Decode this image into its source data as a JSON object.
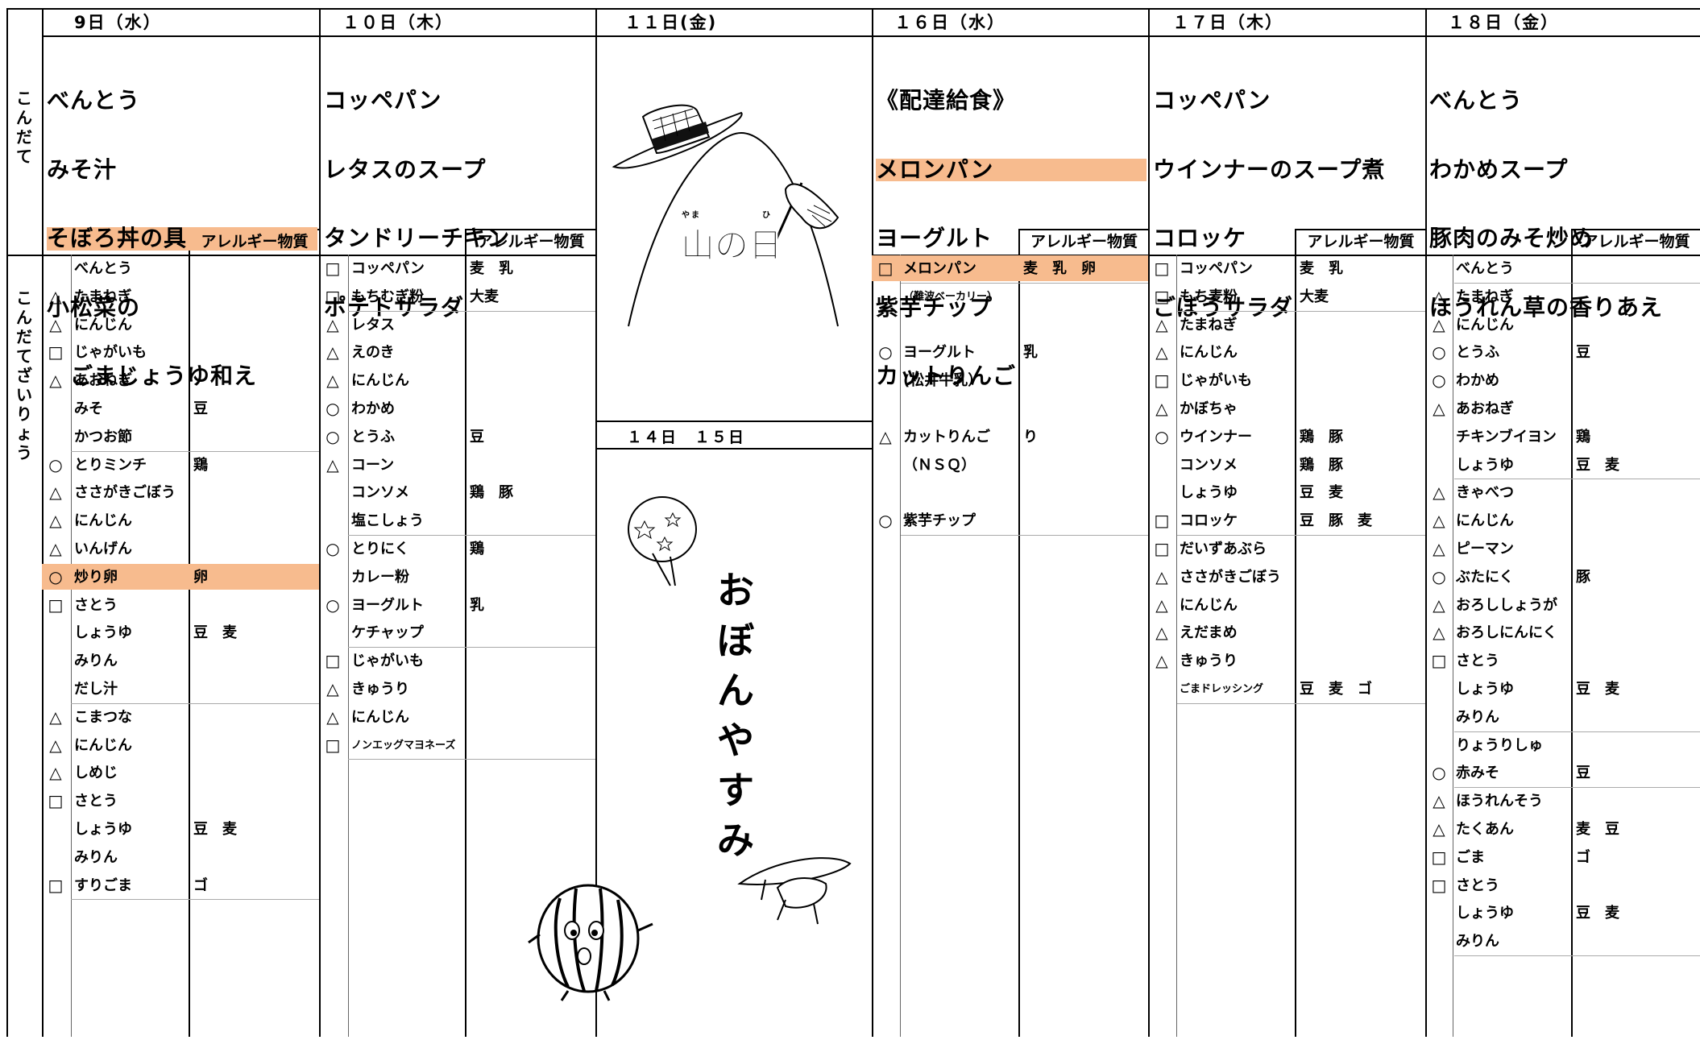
{
  "labels": {
    "kondate": [
      "こ",
      "ん",
      "だ",
      "て"
    ],
    "zairyou": [
      "こ",
      "ん",
      "だ",
      "て",
      "ざ",
      "い",
      "り",
      "ょ",
      "う"
    ],
    "allergy_header": "アレルギー物質"
  },
  "days": [
    {
      "header": "9日（水）",
      "menu": [
        "べんとう",
        "みそ汁",
        "そぼろ丼の具",
        "小松菜の",
        "　ごまじょうゆ和え"
      ],
      "menu_highlight": 2,
      "rows": [
        {
          "sym": "",
          "name": "べんとう",
          "alg": ""
        },
        {
          "sym": "△",
          "name": "たまねぎ",
          "alg": ""
        },
        {
          "sym": "△",
          "name": "にんじん",
          "alg": ""
        },
        {
          "sym": "□",
          "name": "じゃがいも",
          "alg": ""
        },
        {
          "sym": "△",
          "name": "あおねぎ",
          "alg": ""
        },
        {
          "sym": "",
          "name": "みそ",
          "alg": "豆"
        },
        {
          "sym": "",
          "name": "かつお節",
          "alg": ""
        },
        {
          "sym": "○",
          "name": "とりミンチ",
          "alg": "鶏"
        },
        {
          "sym": "△",
          "name": "ささがきごぼう",
          "alg": ""
        },
        {
          "sym": "△",
          "name": "にんじん",
          "alg": ""
        },
        {
          "sym": "△",
          "name": "いんげん",
          "alg": ""
        },
        {
          "sym": "○",
          "name": "炒り卵",
          "alg": "卵",
          "hl": true
        },
        {
          "sym": "□",
          "name": "さとう",
          "alg": ""
        },
        {
          "sym": "",
          "name": "しょうゆ",
          "alg": "豆　麦"
        },
        {
          "sym": "",
          "name": "みりん",
          "alg": ""
        },
        {
          "sym": "",
          "name": "だし汁",
          "alg": ""
        },
        {
          "sym": "△",
          "name": "こまつな",
          "alg": ""
        },
        {
          "sym": "△",
          "name": "にんじん",
          "alg": ""
        },
        {
          "sym": "△",
          "name": "しめじ",
          "alg": ""
        },
        {
          "sym": "□",
          "name": "さとう",
          "alg": ""
        },
        {
          "sym": "",
          "name": "しょうゆ",
          "alg": "豆　麦"
        },
        {
          "sym": "",
          "name": "みりん",
          "alg": ""
        },
        {
          "sym": "□",
          "name": "すりごま",
          "alg": "ゴ"
        }
      ]
    },
    {
      "header": "１０日（木）",
      "menu": [
        "コッペパン",
        "レタスのスープ",
        "タンドリーチキン",
        "ポテトサラダ"
      ],
      "menu_highlight": -1,
      "rows": [
        {
          "sym": "□",
          "name": "コッペパン",
          "alg": "麦　乳"
        },
        {
          "sym": "□",
          "name": "もちむぎ粉",
          "alg": "大麦"
        },
        {
          "sym": "△",
          "name": "レタス",
          "alg": ""
        },
        {
          "sym": "△",
          "name": "えのき",
          "alg": ""
        },
        {
          "sym": "△",
          "name": "にんじん",
          "alg": ""
        },
        {
          "sym": "○",
          "name": "わかめ",
          "alg": ""
        },
        {
          "sym": "○",
          "name": "とうふ",
          "alg": "豆"
        },
        {
          "sym": "△",
          "name": "コーン",
          "alg": ""
        },
        {
          "sym": "",
          "name": "コンソメ",
          "alg": "鶏　豚"
        },
        {
          "sym": "",
          "name": "塩こしょう",
          "alg": ""
        },
        {
          "sym": "○",
          "name": "とりにく",
          "alg": "鶏"
        },
        {
          "sym": "",
          "name": "カレー粉",
          "alg": ""
        },
        {
          "sym": "○",
          "name": "ヨーグルト",
          "alg": "乳"
        },
        {
          "sym": "",
          "name": "ケチャップ",
          "alg": ""
        },
        {
          "sym": "□",
          "name": "じゃがいも",
          "alg": ""
        },
        {
          "sym": "△",
          "name": "きゅうり",
          "alg": ""
        },
        {
          "sym": "△",
          "name": "にんじん",
          "alg": ""
        },
        {
          "sym": "□",
          "name": "ノンエッグマヨネーズ",
          "alg": "",
          "small": true
        }
      ]
    },
    {
      "header": "１６日（水）",
      "menu": [
        "《配達給食》",
        "メロンパン",
        "ヨーグルト",
        "紫芋チップ",
        "カットりんご"
      ],
      "menu_highlight": 1,
      "rows": [
        {
          "sym": "□",
          "name": "メロンパン",
          "alg": "麦　乳　卵",
          "hl": true
        },
        {
          "sym": "",
          "name": "（難波ベーカリー）",
          "alg": "",
          "small": true
        },
        {
          "sym": "",
          "name": "",
          "alg": ""
        },
        {
          "sym": "○",
          "name": "ヨーグルト",
          "alg": "乳"
        },
        {
          "sym": "",
          "name": "(松井牛乳）",
          "alg": ""
        },
        {
          "sym": "",
          "name": "",
          "alg": ""
        },
        {
          "sym": "△",
          "name": "カットりんご",
          "alg": "り"
        },
        {
          "sym": "",
          "name": "（ＮＳＱ）",
          "alg": ""
        },
        {
          "sym": "",
          "name": "",
          "alg": ""
        },
        {
          "sym": "○",
          "name": "紫芋チップ",
          "alg": ""
        }
      ]
    },
    {
      "header": "１７日（木）",
      "menu": [
        "コッペパン",
        "ウインナーのスープ煮",
        "コロッケ",
        "ごぼうサラダ"
      ],
      "menu_highlight": -1,
      "rows": [
        {
          "sym": "□",
          "name": "コッペパン",
          "alg": "麦　乳"
        },
        {
          "sym": "□",
          "name": "もち麦粉",
          "alg": "大麦"
        },
        {
          "sym": "△",
          "name": "たまねぎ",
          "alg": ""
        },
        {
          "sym": "△",
          "name": "にんじん",
          "alg": ""
        },
        {
          "sym": "□",
          "name": "じゃがいも",
          "alg": ""
        },
        {
          "sym": "△",
          "name": "かぼちゃ",
          "alg": ""
        },
        {
          "sym": "○",
          "name": "ウインナー",
          "alg": "鶏　豚"
        },
        {
          "sym": "",
          "name": "コンソメ",
          "alg": "鶏　豚"
        },
        {
          "sym": "",
          "name": "しょうゆ",
          "alg": "豆　麦"
        },
        {
          "sym": "□",
          "name": "コロッケ",
          "alg": "豆　豚　麦"
        },
        {
          "sym": "□",
          "name": "だいずあぶら",
          "alg": ""
        },
        {
          "sym": "△",
          "name": "ささがきごぼう",
          "alg": ""
        },
        {
          "sym": "△",
          "name": "にんじん",
          "alg": ""
        },
        {
          "sym": "△",
          "name": "えだまめ",
          "alg": ""
        },
        {
          "sym": "△",
          "name": "きゅうり",
          "alg": ""
        },
        {
          "sym": "",
          "name": "ごまドレッシング",
          "alg": "豆　麦　ゴ",
          "small": true
        }
      ]
    },
    {
      "header": "１８日（金）",
      "menu": [
        "べんとう",
        "わかめスープ",
        "豚肉のみそ炒め",
        "ほうれん草の香りあえ"
      ],
      "menu_highlight": -1,
      "rows": [
        {
          "sym": "",
          "name": "べんとう",
          "alg": ""
        },
        {
          "sym": "△",
          "name": "たまねぎ",
          "alg": ""
        },
        {
          "sym": "△",
          "name": "にんじん",
          "alg": ""
        },
        {
          "sym": "○",
          "name": "とうふ",
          "alg": "豆"
        },
        {
          "sym": "○",
          "name": "わかめ",
          "alg": ""
        },
        {
          "sym": "△",
          "name": "あおねぎ",
          "alg": ""
        },
        {
          "sym": "",
          "name": "チキンブイヨン",
          "alg": "鶏"
        },
        {
          "sym": "",
          "name": "しょうゆ",
          "alg": "豆　麦"
        },
        {
          "sym": "△",
          "name": "きゃべつ",
          "alg": ""
        },
        {
          "sym": "△",
          "name": "にんじん",
          "alg": ""
        },
        {
          "sym": "△",
          "name": "ピーマン",
          "alg": ""
        },
        {
          "sym": "○",
          "name": "ぶたにく",
          "alg": "豚"
        },
        {
          "sym": "△",
          "name": "おろししょうが",
          "alg": ""
        },
        {
          "sym": "△",
          "name": "おろしにんにく",
          "alg": ""
        },
        {
          "sym": "□",
          "name": "さとう",
          "alg": ""
        },
        {
          "sym": "",
          "name": "しょうゆ",
          "alg": "豆　麦"
        },
        {
          "sym": "",
          "name": "みりん",
          "alg": ""
        },
        {
          "sym": "",
          "name": "りょうりしゅ",
          "alg": ""
        },
        {
          "sym": "○",
          "name": "赤みそ",
          "alg": "豆"
        },
        {
          "sym": "△",
          "name": "ほうれんそう",
          "alg": ""
        },
        {
          "sym": "△",
          "name": "たくあん",
          "alg": "麦　豆"
        },
        {
          "sym": "□",
          "name": "ごま",
          "alg": "ゴ"
        },
        {
          "sym": "□",
          "name": "さとう",
          "alg": ""
        },
        {
          "sym": "",
          "name": "しょうゆ",
          "alg": "豆　麦"
        },
        {
          "sym": "",
          "name": "みりん",
          "alg": ""
        }
      ]
    }
  ],
  "holiday": {
    "header": "１１日(金)",
    "yamanohi": "山の日",
    "yamanohi_ruby_left": "やま",
    "yamanohi_ruby_right": "ひ",
    "obon_header": "１４日　１５日",
    "obon_text": [
      "お",
      "ぼ",
      "ん",
      "や",
      "す",
      "み"
    ]
  },
  "colors": {
    "highlight": "#f7bb8e",
    "line": "#000000"
  }
}
